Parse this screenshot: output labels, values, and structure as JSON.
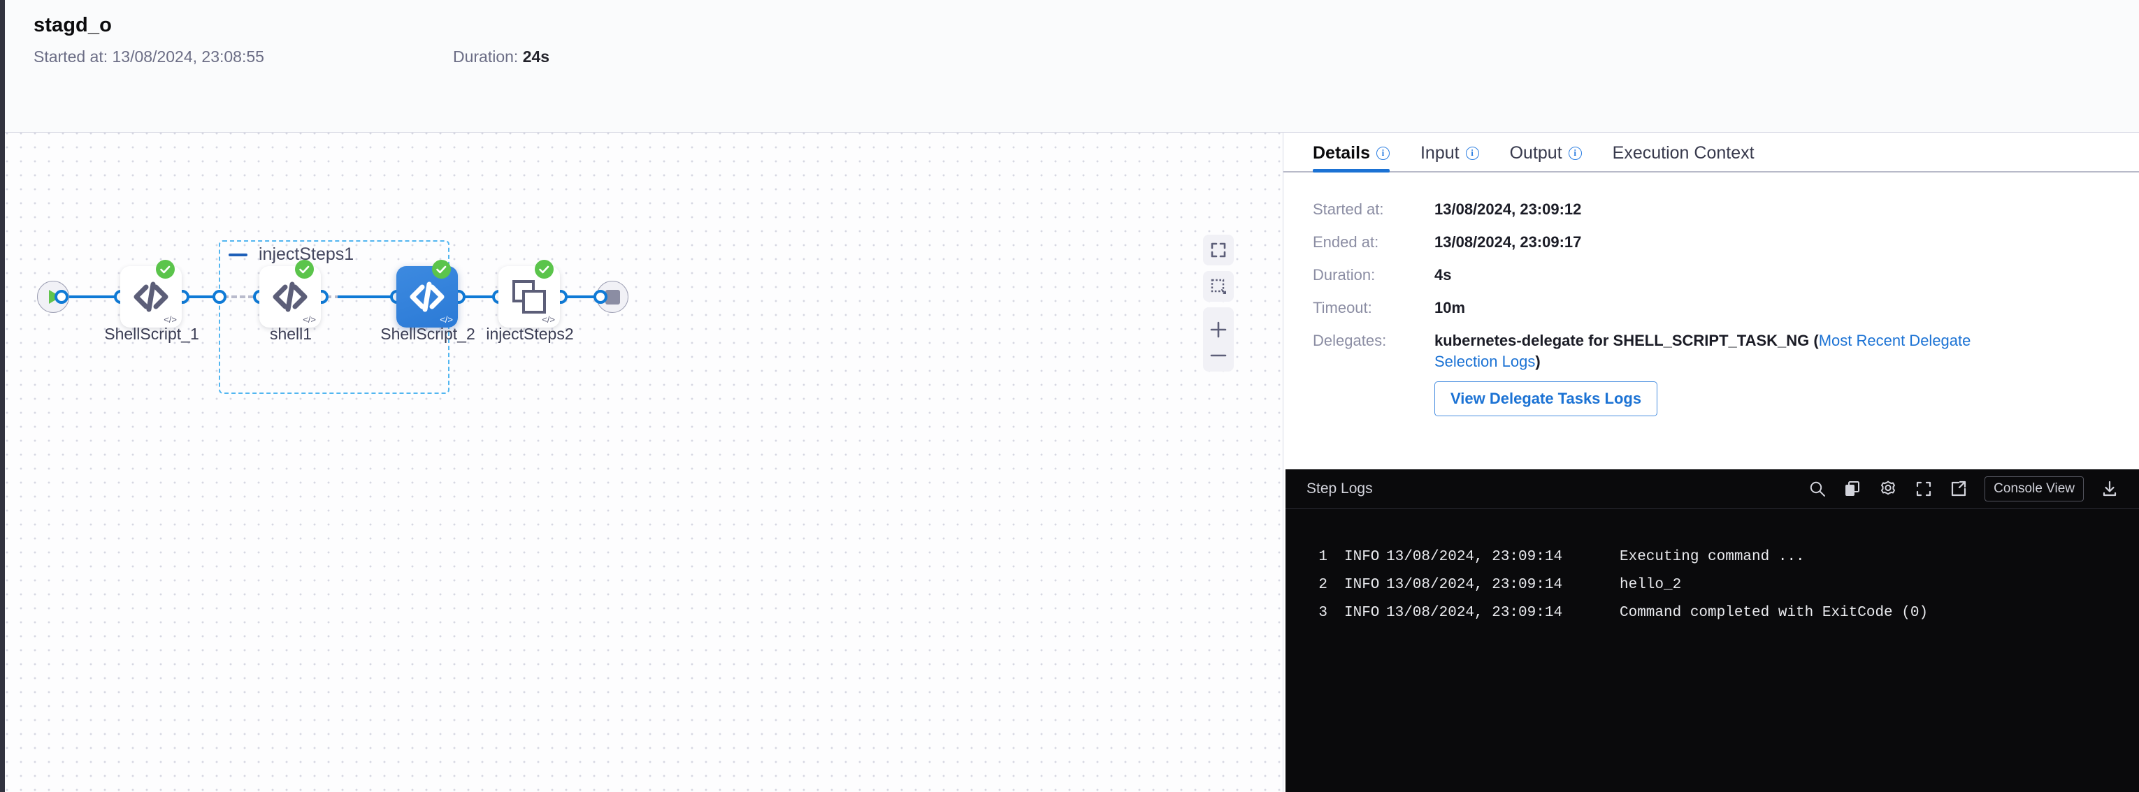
{
  "header": {
    "title": "stagd_o",
    "started_label": "Started at:",
    "started_value": "13/08/2024, 23:08:55",
    "duration_label": "Duration:",
    "duration_value": "24s"
  },
  "graph": {
    "start_node": "start-node",
    "end_node": "end-node",
    "group": {
      "name": "injectSteps1",
      "collapse_icon": "minus-icon"
    },
    "nodes": [
      {
        "id": "shellscript1",
        "label": "ShellScript_1",
        "icon": "code-icon",
        "corner_icon": "code-small-icon",
        "status": "success",
        "selected": false
      },
      {
        "id": "shell1",
        "label": "shell1",
        "icon": "code-icon",
        "corner_icon": "code-small-icon",
        "status": "success",
        "selected": false
      },
      {
        "id": "shellscript2",
        "label": "ShellScript_2",
        "icon": "code-icon",
        "corner_icon": "code-small-icon",
        "status": "success",
        "selected": true
      },
      {
        "id": "injectsteps2",
        "label": "injectSteps2",
        "icon": "stack-icon",
        "corner_icon": "code-small-icon",
        "status": "success",
        "selected": false
      }
    ],
    "controls": [
      {
        "name": "fit-to-screen-button",
        "icon": "expand-icon"
      },
      {
        "name": "marquee-select-button",
        "icon": "dashed-box-icon"
      },
      {
        "name": "zoom-controls",
        "icon": "plus-minus-icon"
      }
    ]
  },
  "panel": {
    "tabs": [
      {
        "label": "Details",
        "info": true,
        "active": true
      },
      {
        "label": "Input",
        "info": true,
        "active": false
      },
      {
        "label": "Output",
        "info": true,
        "active": false
      },
      {
        "label": "Execution Context",
        "info": false,
        "active": false
      }
    ],
    "details": [
      {
        "label": "Started at:",
        "value": "13/08/2024, 23:09:12"
      },
      {
        "label": "Ended at:",
        "value": "13/08/2024, 23:09:17"
      },
      {
        "label": "Duration:",
        "value": "4s"
      },
      {
        "label": "Timeout:",
        "value": "10m"
      }
    ],
    "delegates": {
      "label": "Delegates:",
      "text_before": "kubernetes-delegate for SHELL_SCRIPT_TASK_NG (",
      "link_text": "Most Recent Delegate Selection Logs",
      "text_after": ")"
    },
    "delegate_button": "View Delegate Tasks Logs"
  },
  "logs": {
    "title": "Step Logs",
    "toolbar": {
      "search_icon": "search-icon",
      "copy_icon": "copy-icon",
      "settings_icon": "gear-icon",
      "fullscreen_icon": "fullscreen-icon",
      "external_icon": "external-link-icon",
      "console_view": "Console View",
      "download_icon": "download-icon"
    },
    "lines": [
      {
        "n": "1",
        "level": "INFO",
        "time": "13/08/2024, 23:09:14",
        "msg": "Executing command ..."
      },
      {
        "n": "2",
        "level": "INFO",
        "time": "13/08/2024, 23:09:14",
        "msg": "hello_2"
      },
      {
        "n": "3",
        "level": "INFO",
        "time": "13/08/2024, 23:09:14",
        "msg": "Command completed with ExitCode (0)"
      }
    ]
  },
  "colors": {
    "accent_blue": "#1b72d4",
    "link_blue": "#0f7ad6",
    "success_green": "#5bc44b",
    "group_border": "#52b6f0",
    "logs_bg": "#0a0a0c"
  }
}
